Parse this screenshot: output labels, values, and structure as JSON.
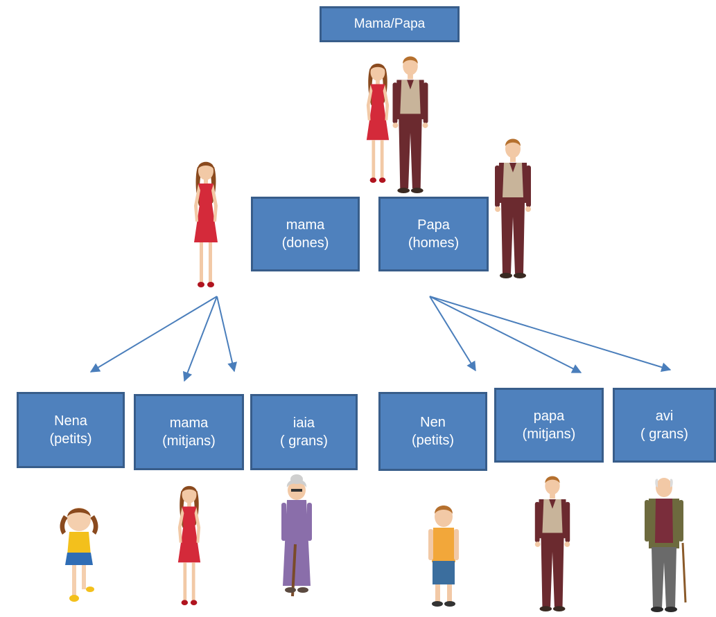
{
  "title": "Mama/Papa",
  "middle": {
    "mama": {
      "line1": "mama",
      "line2": "(dones)"
    },
    "papa": {
      "line1": "Papa",
      "line2": "(homes)"
    }
  },
  "bottom": [
    {
      "line1": "Nena",
      "line2": "(petits)"
    },
    {
      "line1": "mama",
      "line2": "(mitjans)"
    },
    {
      "line1": "iaia",
      "line2": "( grans)"
    },
    {
      "line1": "Nen",
      "line2": "(petits)"
    },
    {
      "line1": "papa",
      "line2": "(mitjans)"
    },
    {
      "line1": "avi",
      "line2": "( grans)"
    }
  ],
  "colors": {
    "box_fill": "#4f81bd",
    "box_border": "#385d8a",
    "arrow": "#4a7ebb",
    "woman_dress": "#d42a3a",
    "man_vest": "#c8b49a",
    "man_pants": "#6b2a2f"
  }
}
